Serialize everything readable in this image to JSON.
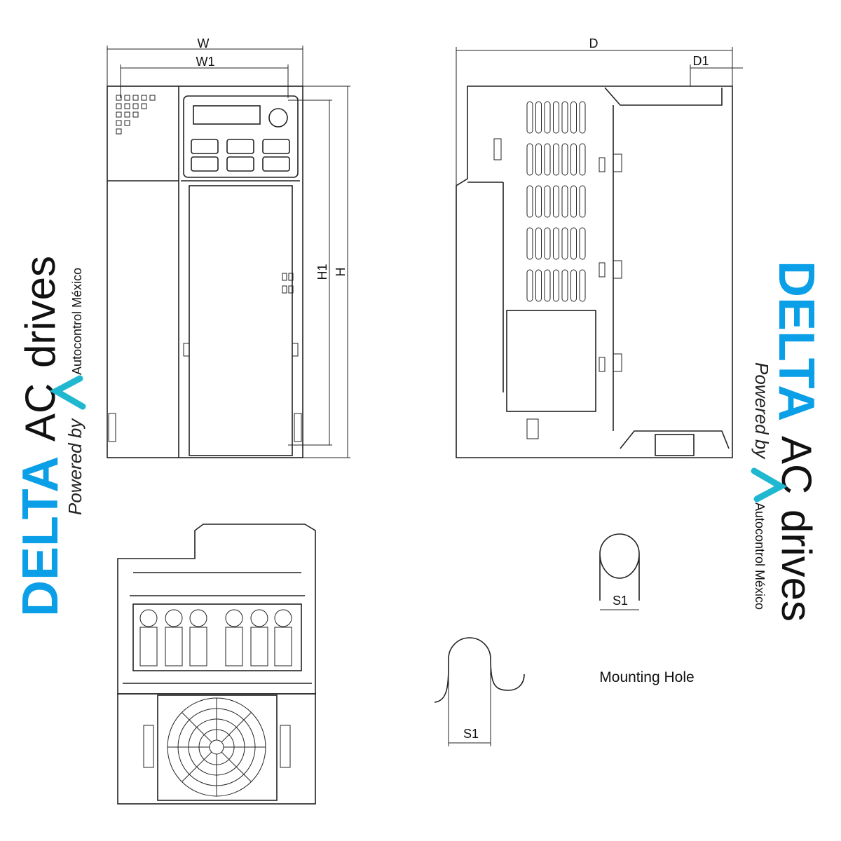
{
  "dimensions": {
    "w": "W",
    "w1": "W1",
    "h": "H",
    "h1": "H1",
    "d": "D",
    "d1": "D1",
    "s1_top": "S1",
    "s1_bottom": "S1"
  },
  "mounting_hole_label": "Mounting Hole",
  "logo_left": {
    "delta": "DELTA",
    "ac": "AC",
    "drives": "drives",
    "powered": "Powered by",
    "company": "Autocontrol México"
  },
  "logo_right": {
    "delta": "DELTA",
    "ac": "AC",
    "drives": "drives",
    "powered": "Powered by",
    "company": "Autocontrol México"
  },
  "colors": {
    "brand_blue": "#0a9fe6",
    "teal": "#20b8d0"
  }
}
